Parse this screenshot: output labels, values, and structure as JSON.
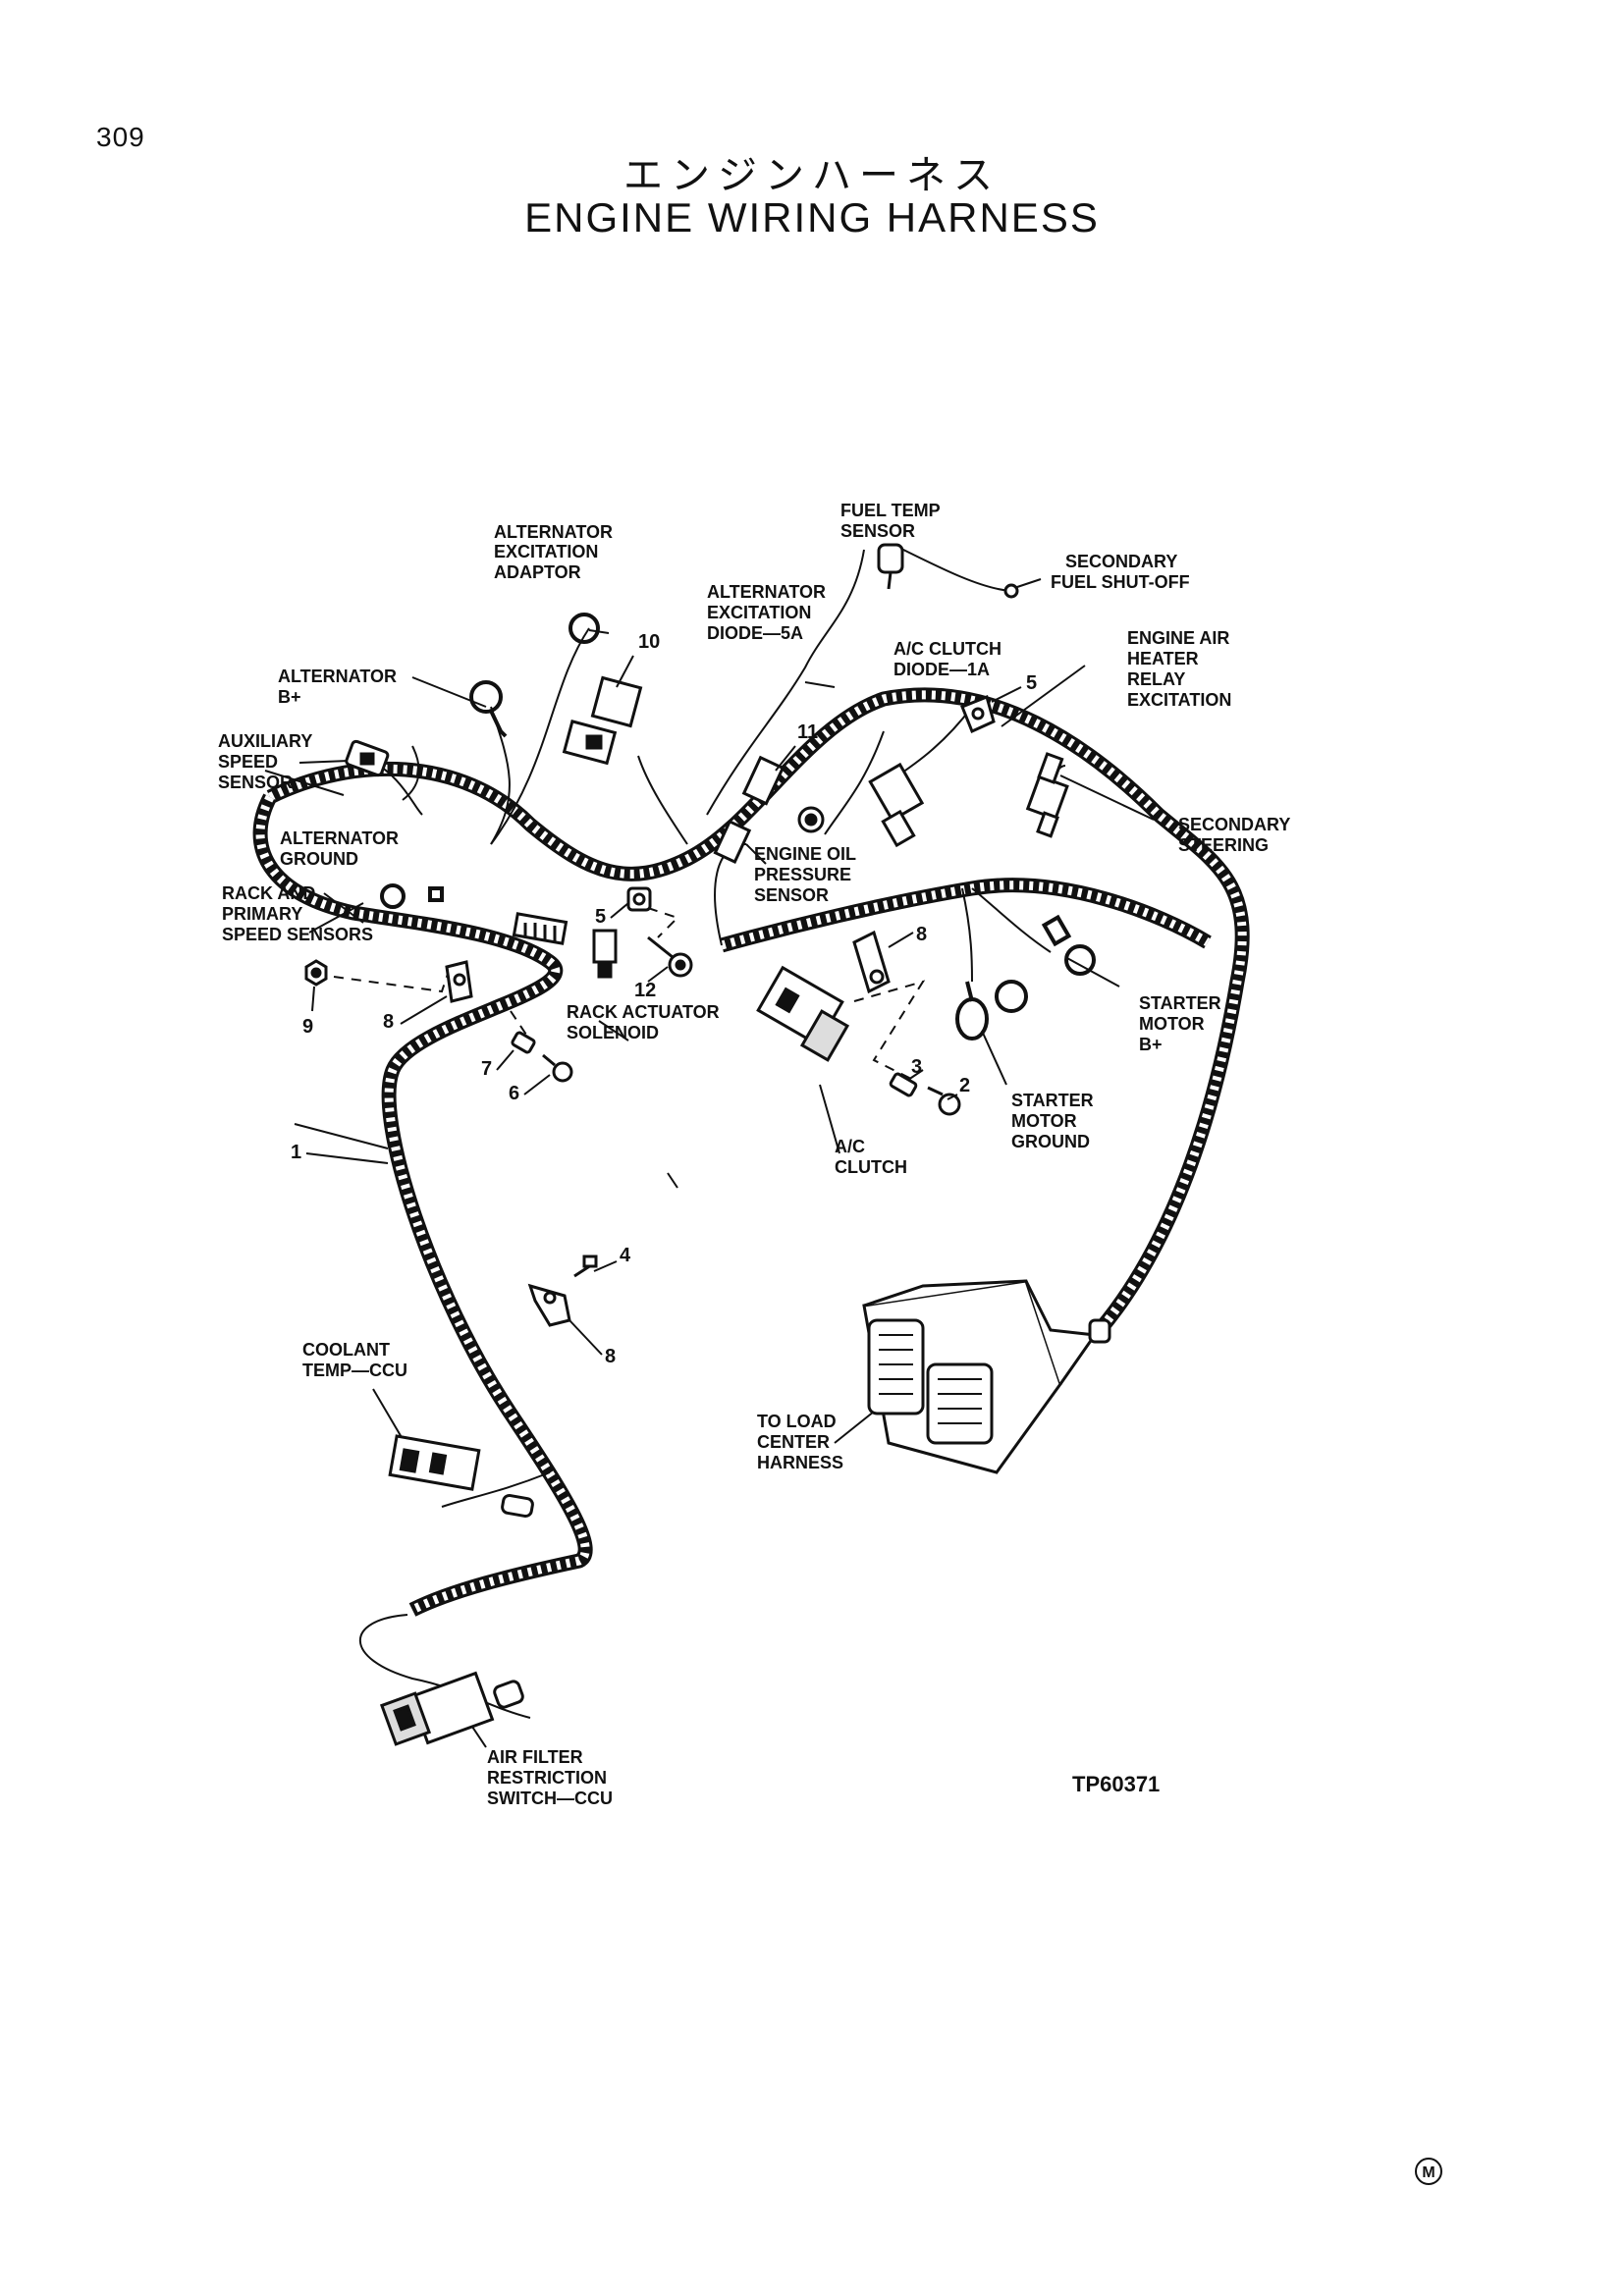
{
  "page": {
    "number": "309",
    "title_jp": "エンジンハーネス",
    "title_en": "ENGINE WIRING HARNESS",
    "figure_code": "TP60371",
    "mark": "M"
  },
  "labels": {
    "fuel_temp_sensor": [
      "FUEL TEMP",
      "SENSOR"
    ],
    "alternator_excitation_adaptor": [
      "ALTERNATOR",
      "EXCITATION",
      "ADAPTOR"
    ],
    "secondary_fuel_shutoff": [
      "SECONDARY",
      "FUEL SHUT-OFF"
    ],
    "alternator_excitation_diode": [
      "ALTERNATOR",
      "EXCITATION",
      "DIODE—5A"
    ],
    "ac_clutch_diode": [
      "A/C CLUTCH",
      "DIODE—1A"
    ],
    "engine_air_heater_relay": [
      "ENGINE AIR",
      "HEATER",
      "RELAY",
      "EXCITATION"
    ],
    "alternator_b_plus": [
      "ALTERNATOR",
      "B+"
    ],
    "auxiliary_speed_sensor": [
      "AUXILIARY",
      "SPEED",
      "SENSOR"
    ],
    "secondary_steering": [
      "SECONDARY",
      "STEERING"
    ],
    "alternator_ground": [
      "ALTERNATOR",
      "GROUND"
    ],
    "engine_oil_pressure_sensor": [
      "ENGINE OIL",
      "PRESSURE",
      "SENSOR"
    ],
    "rack_primary_speed_sensors": [
      "RACK AND",
      "PRIMARY",
      "SPEED SENSORS"
    ],
    "rack_actuator_solenoid": [
      "RACK ACTUATOR",
      "SOLENOID"
    ],
    "starter_motor_b_plus": [
      "STARTER",
      "MOTOR",
      "B+"
    ],
    "starter_motor_ground": [
      "STARTER",
      "MOTOR",
      "GROUND"
    ],
    "ac_clutch": [
      "A/C",
      "CLUTCH"
    ],
    "coolant_temp_ccu": [
      "COOLANT",
      "TEMP—CCU"
    ],
    "to_load_center_harness": [
      "TO LOAD",
      "CENTER",
      "HARNESS"
    ],
    "air_filter_restriction_switch": [
      "AIR FILTER",
      "RESTRICTION",
      "SWITCH—CCU"
    ]
  },
  "callouts": {
    "c1": "1",
    "c2": "2",
    "c3": "3",
    "c4": "4",
    "c5a": "5",
    "c5b": "5",
    "c6": "6",
    "c7": "7",
    "c8a": "8",
    "c8b": "8",
    "c8c": "8",
    "c9": "9",
    "c10": "10",
    "c11": "11",
    "c12": "12"
  }
}
